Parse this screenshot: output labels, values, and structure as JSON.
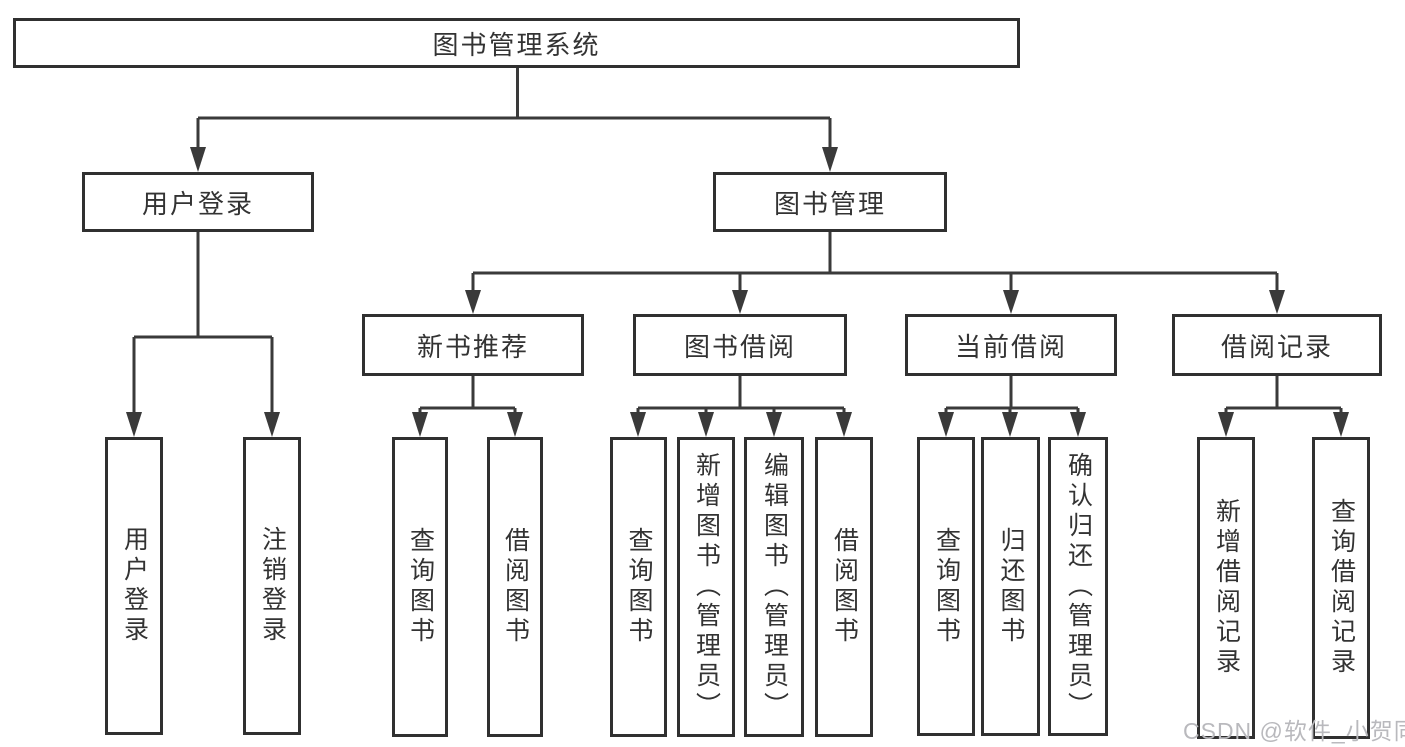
{
  "diagram": {
    "title": "图书管理系统",
    "watermark": "CSDN @软件_小贺同学",
    "colors": {
      "line": "#3a3a3a",
      "box_border": "#303030",
      "box_fill": "#ffffff",
      "text": "#333333",
      "watermark": "#b9b9bd",
      "background": "#ffffff"
    },
    "tree": {
      "label": "图书管理系统",
      "children": [
        {
          "label": "用户登录",
          "children": [
            {
              "label": "用户登录"
            },
            {
              "label": "注销登录"
            }
          ]
        },
        {
          "label": "图书管理",
          "children": [
            {
              "label": "新书推荐",
              "children": [
                {
                  "label": "查询图书"
                },
                {
                  "label": "借阅图书"
                }
              ]
            },
            {
              "label": "图书借阅",
              "children": [
                {
                  "label": "查询图书"
                },
                {
                  "label": "新增图书（管理员）"
                },
                {
                  "label": "编辑图书（管理员）"
                },
                {
                  "label": "借阅图书"
                }
              ]
            },
            {
              "label": "当前借阅",
              "children": [
                {
                  "label": "查询图书"
                },
                {
                  "label": "归还图书"
                },
                {
                  "label": "确认归还（管理员）"
                }
              ]
            },
            {
              "label": "借阅记录",
              "children": [
                {
                  "label": "新增借阅记录"
                },
                {
                  "label": "查询借阅记录"
                }
              ]
            }
          ]
        }
      ]
    }
  }
}
